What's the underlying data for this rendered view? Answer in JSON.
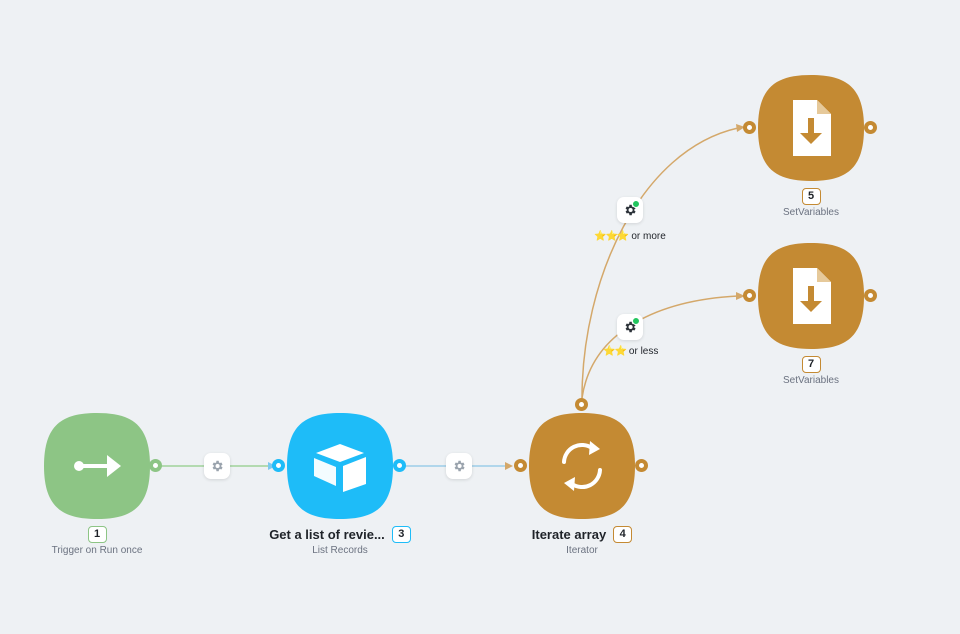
{
  "colors": {
    "background": "#eef1f4",
    "trigger_green": "#8dc585",
    "airtable_blue": "#1ebcf8",
    "tool_orange": "#c48a33",
    "link_blue": "#7cc9ef",
    "link_orange": "#d4a86a"
  },
  "modules": [
    {
      "id": "trigger",
      "number": "1",
      "title": "",
      "subtitle": "Trigger on Run once",
      "icon": "arrow-right-icon"
    },
    {
      "id": "airtable",
      "number": "3",
      "title": "Get a list of revie...",
      "subtitle": "List Records",
      "icon": "airtable-icon"
    },
    {
      "id": "iterator",
      "number": "4",
      "title": "Iterate array",
      "subtitle": "Iterator",
      "icon": "iterate-icon"
    },
    {
      "id": "setvar5",
      "number": "5",
      "title": "",
      "subtitle": "SetVariables",
      "icon": "file-download-icon"
    },
    {
      "id": "setvar7",
      "number": "7",
      "title": "",
      "subtitle": "SetVariables",
      "icon": "file-download-icon"
    }
  ],
  "filters": [
    {
      "stars": "⭐⭐⭐",
      "text": "or more"
    },
    {
      "stars": "⭐⭐",
      "text": "or less"
    }
  ]
}
